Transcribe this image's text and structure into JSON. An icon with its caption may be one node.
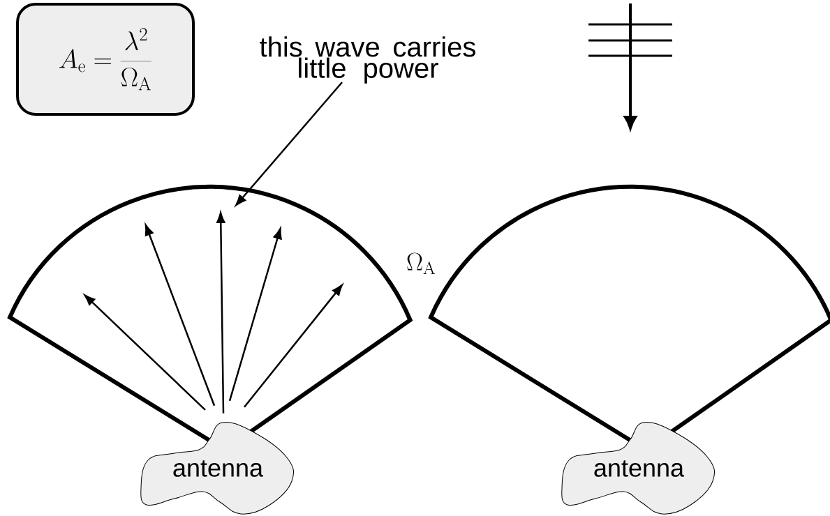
{
  "diagram": {
    "nodes": [
      {
        "text": [
          "A_\\mathrm{e} = \\frac{\\lambda^2}{\\Omega_\\mathrm{A}}"
        ]
      },
      {
        "text": [
          "this wave carries little power"
        ]
      },
      {
        "text": [
          "antenna"
        ]
      },
      {
        "text": [
          "antenna"
        ]
      }
    ],
    "edges": [
      {
        "from": 2,
        "to": null,
        "arrow": "to"
      },
      {
        "from": 2,
        "to": null,
        "arrow": "to"
      },
      {
        "from": 2,
        "to": null,
        "arrow": "to"
      },
      {
        "from": 2,
        "to": null,
        "arrow": "to"
      },
      {
        "from": 2,
        "to": null,
        "arrow": "to"
      },
      {
        "from": 1,
        "to": null,
        "arrow": "to"
      }
    ],
    "labels": [
      "\\Omega_\\mathrm{A}"
    ]
  }
}
